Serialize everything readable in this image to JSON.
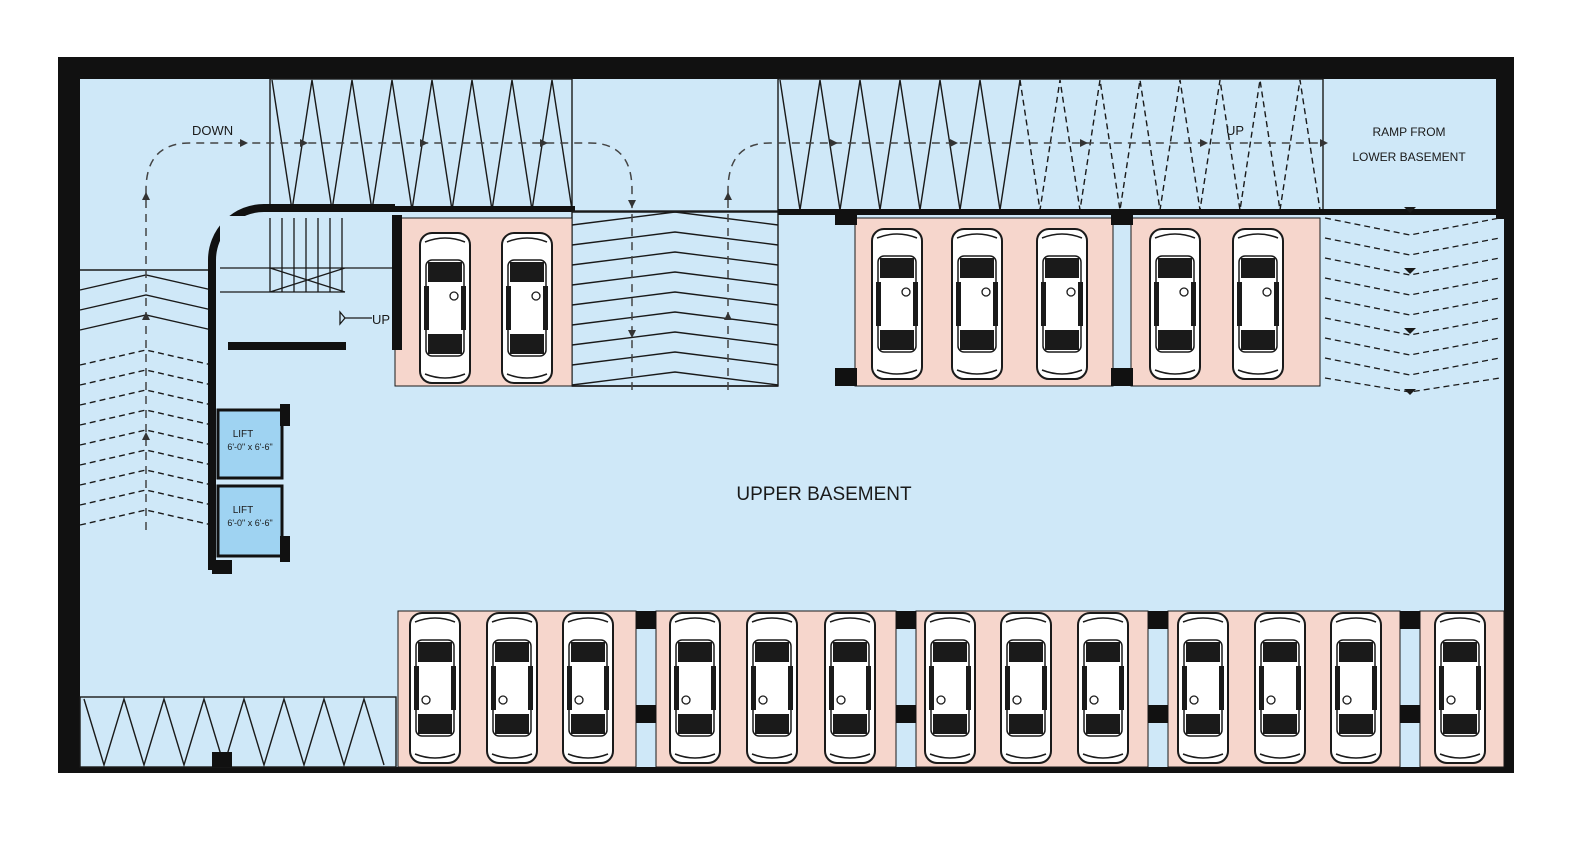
{
  "labels": {
    "down": "DOWN",
    "up_stair": "UP",
    "up_ramp": "UP",
    "ramp_line1": "RAMP FROM",
    "ramp_line2": "LOWER BASEMENT",
    "floor_name": "UPPER BASEMENT"
  },
  "lifts": [
    {
      "name": "LIFT",
      "size": "6'-0\" x 6'-6\""
    },
    {
      "name": "LIFT",
      "size": "6'-0\" x 6'-6\""
    }
  ],
  "colors": {
    "floor": "#cfe8f8",
    "parking_bay": "#f6d6cc",
    "lift": "#9fd3f2",
    "wall": "#111111",
    "background": "#ffffff"
  },
  "icons": [
    "car-icon",
    "arrow-icon"
  ],
  "parking": {
    "upper_row_cars": 7,
    "lower_row_cars": 13
  }
}
